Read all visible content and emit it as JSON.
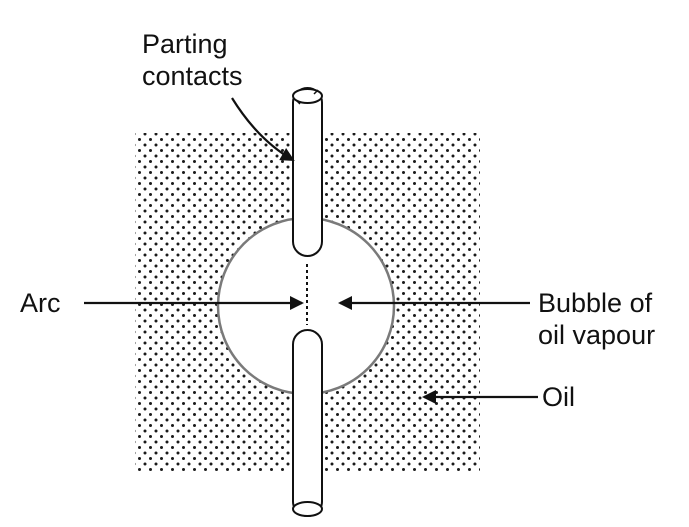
{
  "labels": {
    "parting_contacts_line1": "Parting",
    "parting_contacts_line2": "contacts",
    "arc": "Arc",
    "bubble_line1": "Bubble of",
    "bubble_line2": "oil vapour",
    "oil": "Oil"
  },
  "colors": {
    "ink": "#111111",
    "bubble_outline": "#7a7a7a",
    "oil_dots": "#1a1a1a"
  }
}
